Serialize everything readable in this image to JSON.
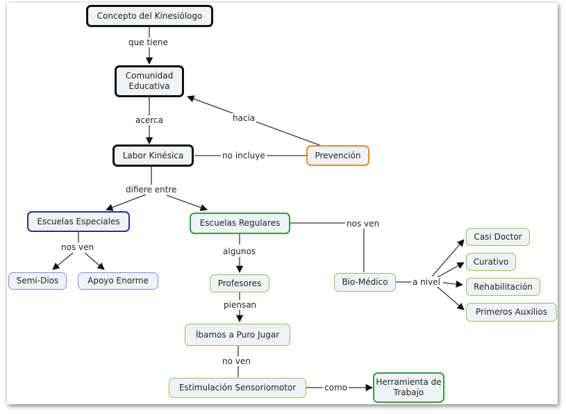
{
  "nodes": {
    "concepto": "Concepto del Kinesiólogo",
    "comunidad": "Comunidad Educativa",
    "labor": "Labor Kinésica",
    "prevencion": "Prevención",
    "especiales": "Escuelas Especiales",
    "regulares": "Escuelas Regulares",
    "semidios": "Semi-Dios",
    "apoyo": "Apoyo Enorme",
    "profesores": "Profesores",
    "ibamos": "Íbamos a Puro Jugar",
    "estimulacion": "Estimulación Sensoriomotor",
    "herramienta": "Herramienta de Trabajo",
    "biomedico": "Bio-Médico",
    "casidoctor": "Casi Doctor",
    "curativo": "Curativo",
    "rehabilitacion": "Rehabilitación",
    "auxilios": "Primeros Auxilios"
  },
  "links": {
    "que_tiene": "que tiene",
    "acerca": "acerca",
    "hacia": "hacia",
    "no_incluye": "no incluye",
    "difiere": "difiere entre",
    "nos_ven_1": "nos ven",
    "nos_ven_2": "nos ven",
    "algunos": "algunos",
    "piensan": "piensan",
    "no_ven": "no ven",
    "como": "como",
    "a_nivel": "a nivel"
  }
}
